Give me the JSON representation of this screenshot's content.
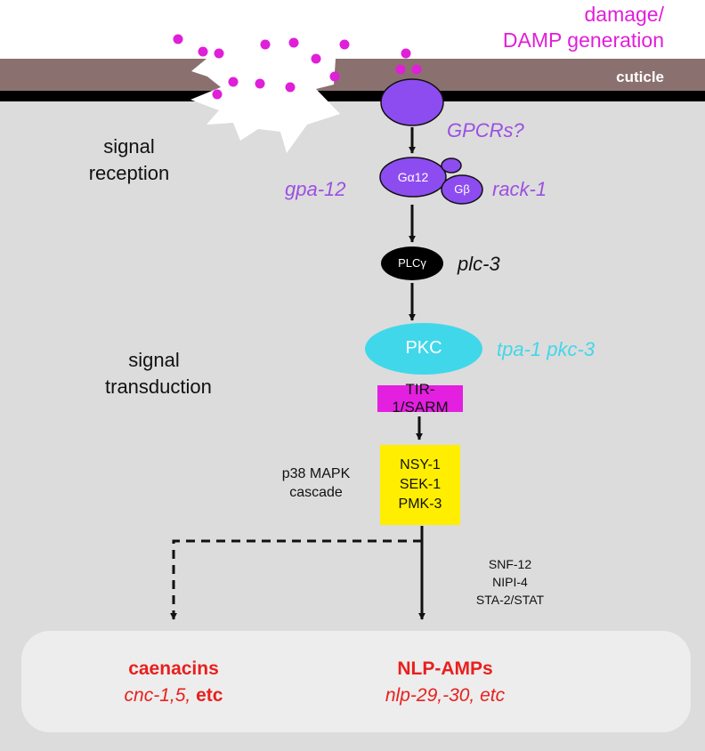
{
  "header": {
    "damage_line1": "damage/",
    "damage_line2": "DAMP generation",
    "cuticle": "cuticle"
  },
  "stages": {
    "reception_line1": "signal",
    "reception_line2": "reception",
    "transduction_line1": "signal",
    "transduction_line2": "transduction",
    "p38_line1": "p38 MAPK",
    "p38_line2": "cascade"
  },
  "nodes": {
    "gpcr_gene": "GPCRs?",
    "galpha": "Gα12",
    "gbeta": "Gβ",
    "gpa_gene": "gpa-12",
    "rack_gene": "rack-1",
    "plc": "PLCγ",
    "plc_gene": "plc-3",
    "pkc": "PKC",
    "pkc_genes": "tpa-1 pkc-3",
    "tir": "TIR-1/SARM",
    "cascade": [
      "NSY-1",
      "SEK-1",
      "PMK-3"
    ],
    "tf": [
      "SNF-12",
      "NIPI-4",
      "STA-2/STAT"
    ]
  },
  "outputs": {
    "left_title": "caenacins",
    "left_genes": "cnc-1,5,",
    "left_etc": "etc",
    "right_title": "NLP-AMPs",
    "right_genes": "nlp-29,-30, etc"
  },
  "colors": {
    "damp": "#e01fd9",
    "cuticle": "#8a716f",
    "cell": "#dcdcdc",
    "receptor": "#8d4cf0",
    "pkc": "#41d7ea",
    "tir": "#e31fe0",
    "cascade": "#ffee00",
    "output": "#e8201e"
  }
}
